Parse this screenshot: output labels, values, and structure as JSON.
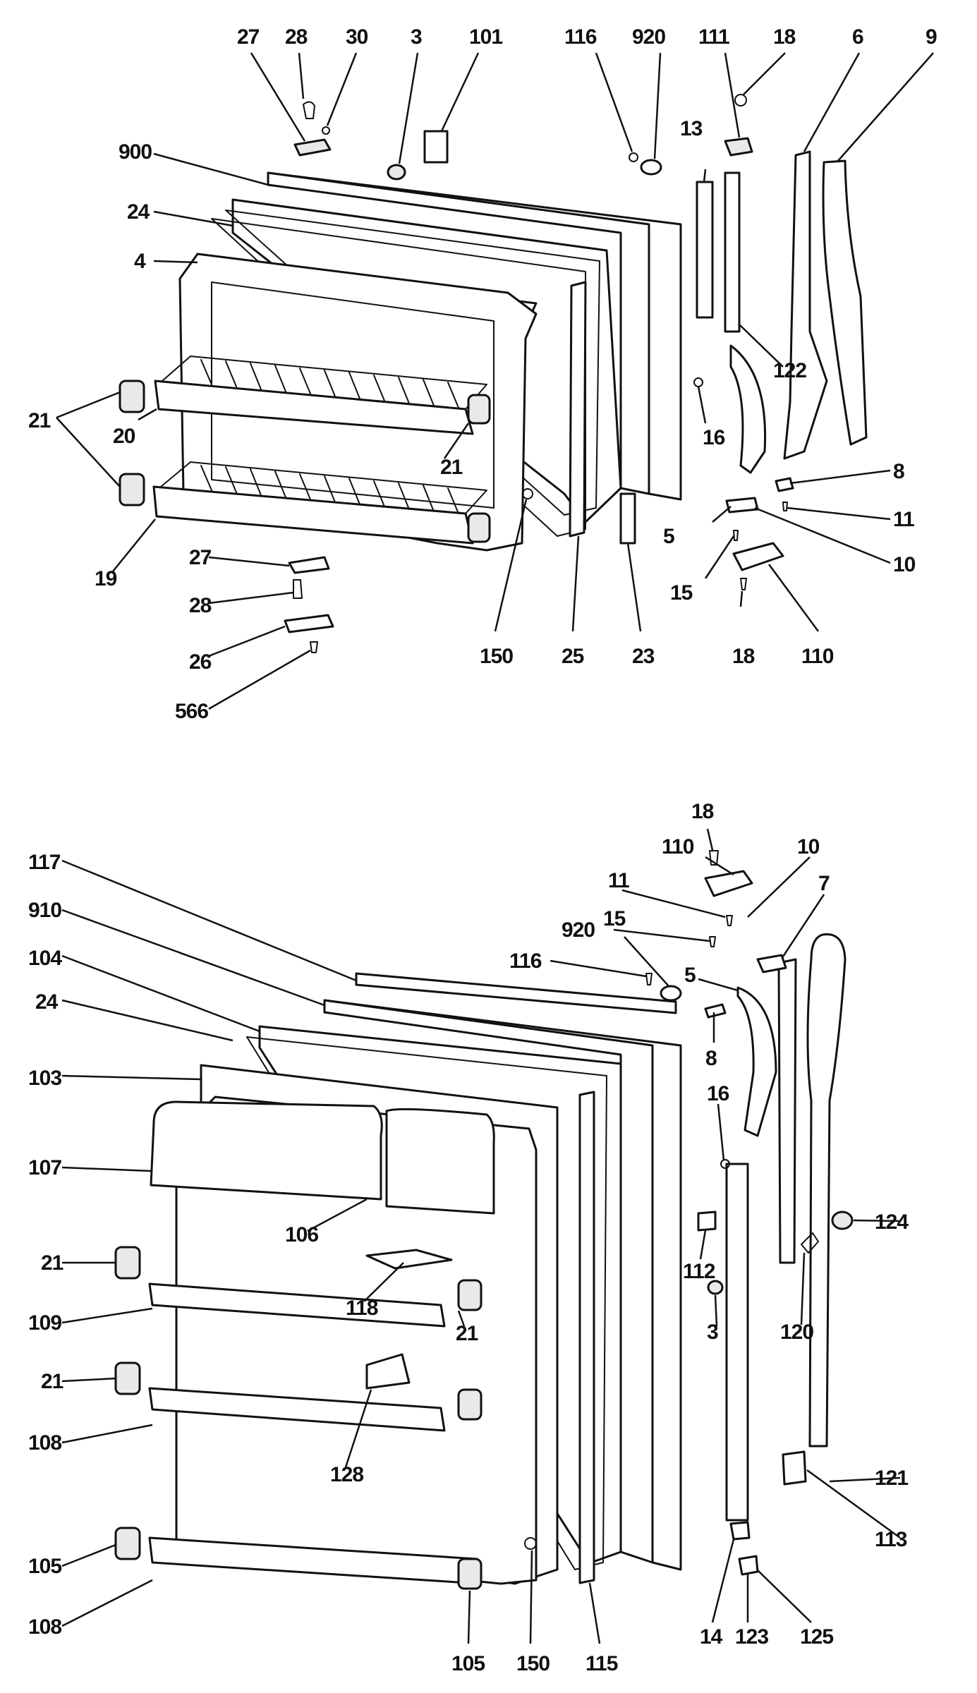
{
  "upper_door_callouts": [
    "27",
    "28",
    "30",
    "3",
    "101",
    "116",
    "920",
    "111",
    "18",
    "6",
    "9",
    "900",
    "24",
    "4",
    "13",
    "122",
    "21",
    "20",
    "16",
    "8",
    "11",
    "5",
    "10",
    "27",
    "28",
    "26",
    "566",
    "19",
    "150",
    "25",
    "23",
    "15",
    "18",
    "110"
  ],
  "lower_door_callouts": [
    "18",
    "110",
    "10",
    "11",
    "7",
    "15",
    "920",
    "116",
    "5",
    "117",
    "910",
    "104",
    "24",
    "103",
    "8",
    "16",
    "107",
    "21",
    "109",
    "106",
    "118",
    "112",
    "3",
    "124",
    "120",
    "21",
    "128",
    "108",
    "121",
    "113",
    "105",
    "108",
    "150",
    "115",
    "105",
    "14",
    "123",
    "125"
  ]
}
